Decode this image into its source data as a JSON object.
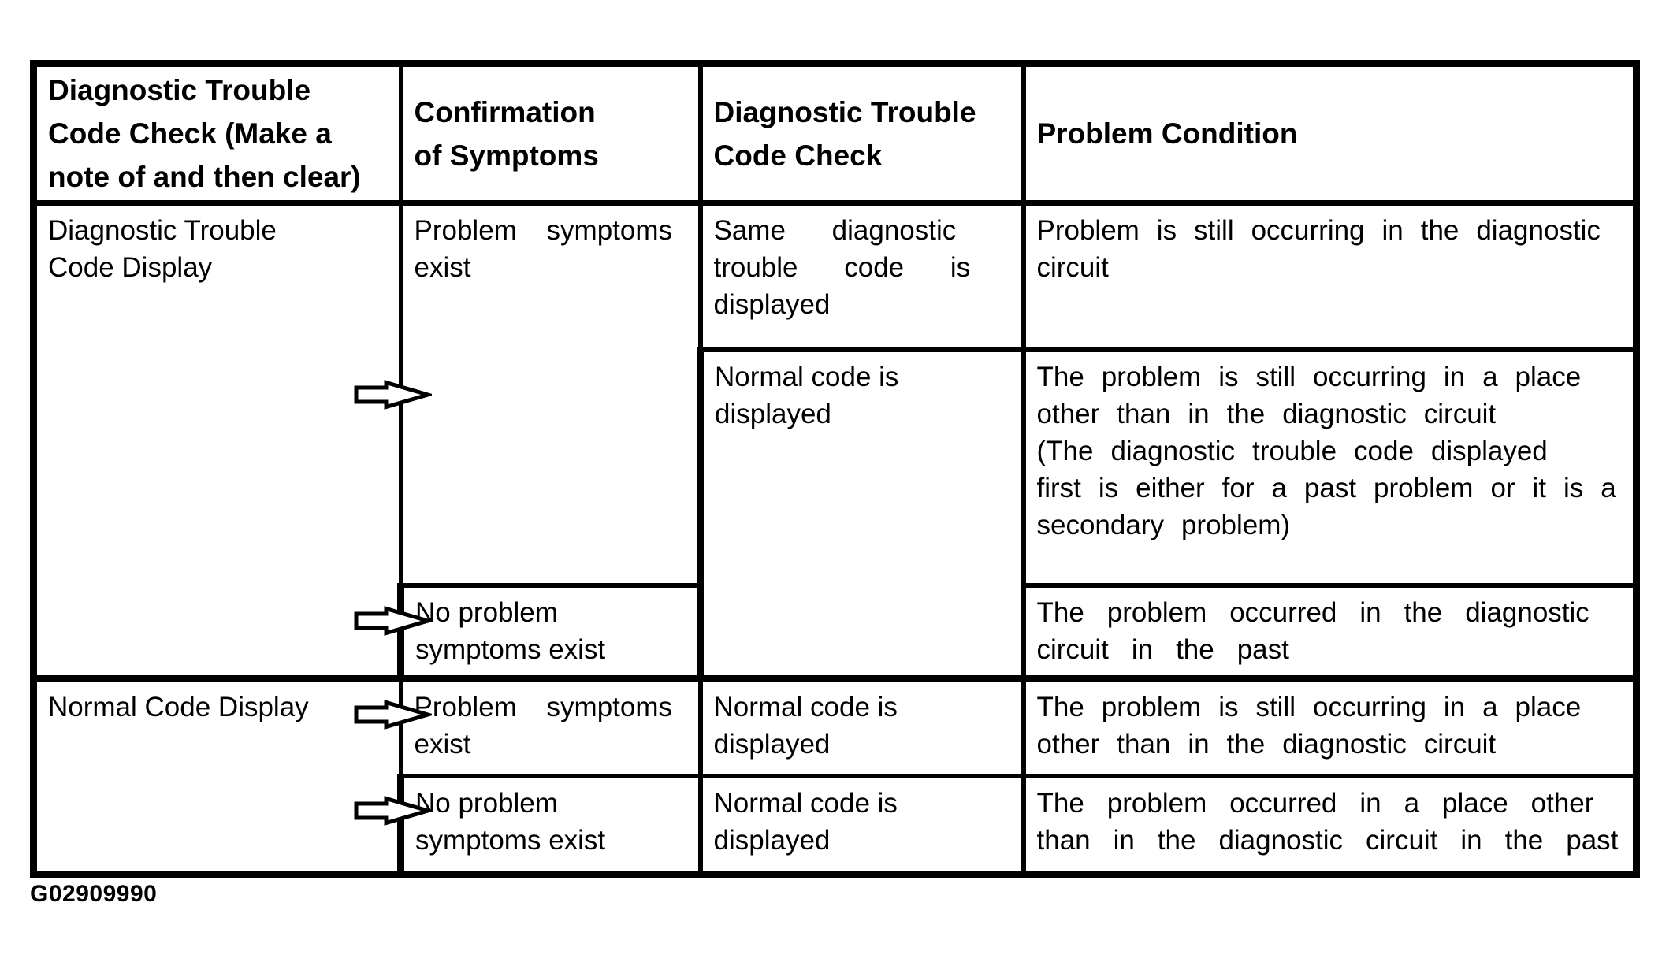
{
  "figure_label": "G02909990",
  "icons": {
    "arrow_shape": "right-block-arrow",
    "arrow_color_fill": "#ffffff",
    "arrow_color_stroke": "#000000"
  },
  "table": {
    "headers": {
      "dtc_check_note": "Diagnostic Trouble\nCode Check (Make a\nnote of and then clear)",
      "confirmation_of_symptoms": "Confirmation\nof Symptoms",
      "dtc_check": "Diagnostic Trouble\nCode Check",
      "problem_condition": "Problem Condition"
    },
    "cells": {
      "dtc_display": "Diagnostic Trouble\nCode Display",
      "problem_symptoms_1": "Problem symptoms\nexist",
      "same_code_displayed": "Same diagnostic\ntrouble code is\ndisplayed",
      "problem_still_in_circuit": "Problem is still occurring in the diagnostic\ncircuit",
      "normal_code_displayed_1": "Normal code is\ndisplayed",
      "problem_still_other_place_note": "The problem is still occurring in a place\nother than in the diagnostic circuit\n(The diagnostic trouble code displayed\nfirst is either for a past problem or it is a\nsecondary problem)",
      "no_problem_symptoms_1": "No problem\nsymptoms exist",
      "problem_occurred_circuit_past": "The problem occurred in the diagnostic\ncircuit in the past",
      "normal_code_display": "Normal Code Display",
      "problem_symptoms_2": "Problem symptoms\nexist",
      "normal_code_displayed_2": "Normal code is\ndisplayed",
      "problem_still_other_place": "The problem is still occurring in a place\nother than in the diagnostic circuit",
      "no_problem_symptoms_2": "No problem\nsymptoms exist",
      "problem_occurred_other_place_past": "The problem occurred in a place other\nthan in the diagnostic circuit in the past"
    }
  }
}
